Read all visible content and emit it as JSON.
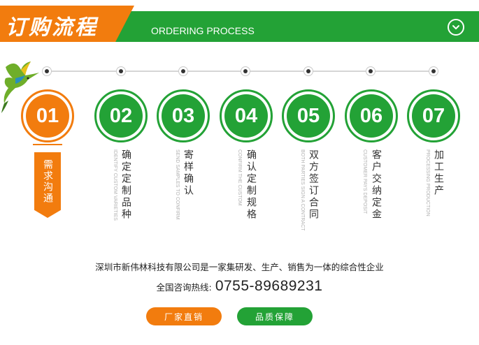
{
  "header": {
    "title": "订购流程",
    "subtitle": "ORDERING PROCESS",
    "more_icon": "chevron-down-circle-icon"
  },
  "colors": {
    "green": "#23a236",
    "orange": "#f27c0e",
    "text": "#333333",
    "muted": "#b0b0b0"
  },
  "steps": [
    {
      "number": "01",
      "label_cn": "需求沟通",
      "label_en": "",
      "active": true
    },
    {
      "number": "02",
      "label_cn": "确定定制品种",
      "label_en": "IDENTIFY CUSTOM VARIETIES",
      "active": false
    },
    {
      "number": "03",
      "label_cn": "寄样确认",
      "label_en": "SEND SAMPLES TO CONFIRM",
      "active": false
    },
    {
      "number": "04",
      "label_cn": "确认定制规格",
      "label_en": "CONFIRM THE CUSTOM",
      "active": false
    },
    {
      "number": "05",
      "label_cn": "双方签订合同",
      "label_en": "BOTH PARTIES SIGN A CONTRACT",
      "active": false
    },
    {
      "number": "06",
      "label_cn": "客户交纳定金",
      "label_en": "CUSTOMER PAYS DEPOSIT",
      "active": false
    },
    {
      "number": "07",
      "label_cn": "加工生产",
      "label_en": "PROCESSING PRODUCTION",
      "active": false
    }
  ],
  "footer": {
    "company": "深圳市新伟林科技有限公司是一家集研发、生产、销售为一体的综合性企业",
    "hotline_label": "全国咨询热线:",
    "hotline_number": "0755-89689231",
    "button_factory": "厂家直销",
    "button_quality": "品质保障"
  }
}
